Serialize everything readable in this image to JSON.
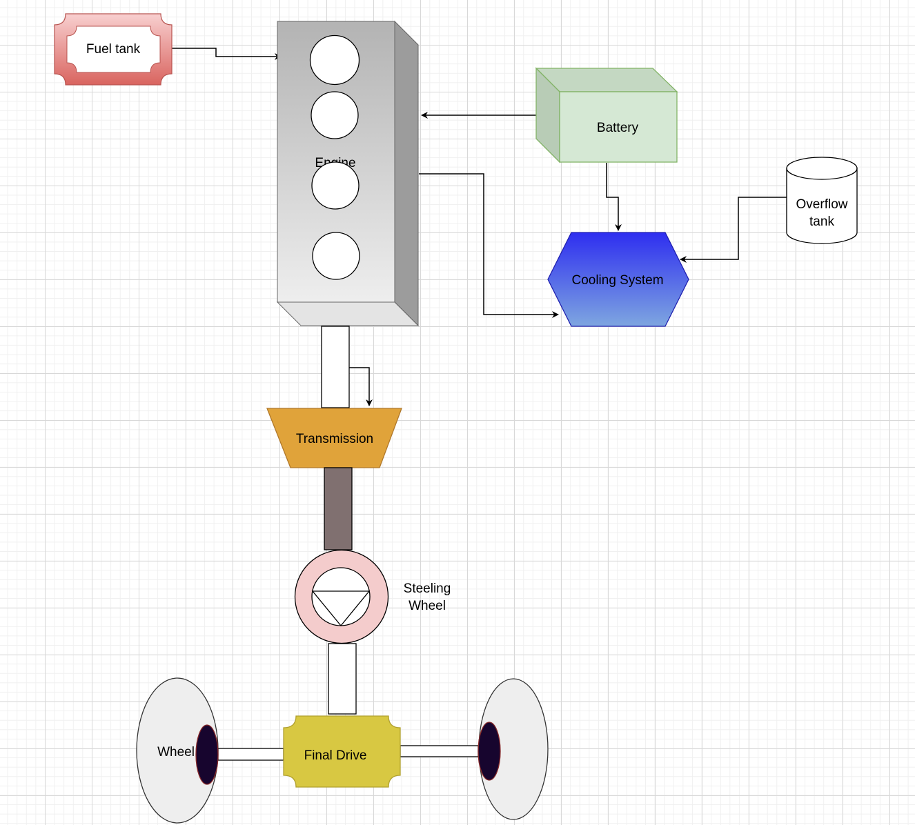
{
  "diagram": {
    "nodes": {
      "fuel_tank": "Fuel tank",
      "engine": "Engine",
      "battery": "Battery",
      "overflow_tank_line1": "Overflow",
      "overflow_tank_line2": "tank",
      "cooling_system": "Cooling System",
      "transmission": "Transmission",
      "steering_line1": "Steeling",
      "steering_line2": "Wheel",
      "final_drive": "Final Drive",
      "wheel_left": "Wheel"
    },
    "colors": {
      "fuel_tank": "#e07a78",
      "battery": "#d5e8d4",
      "cooling_system_top": "#2e2ef0",
      "cooling_system_bottom": "#7ea6e0",
      "transmission": "#e0a33a",
      "shaft": "#807070",
      "steering_ring": "#f4cccc",
      "final_drive": "#d8c842",
      "wheel": "#eeeeee",
      "hub": "#17052e"
    }
  }
}
